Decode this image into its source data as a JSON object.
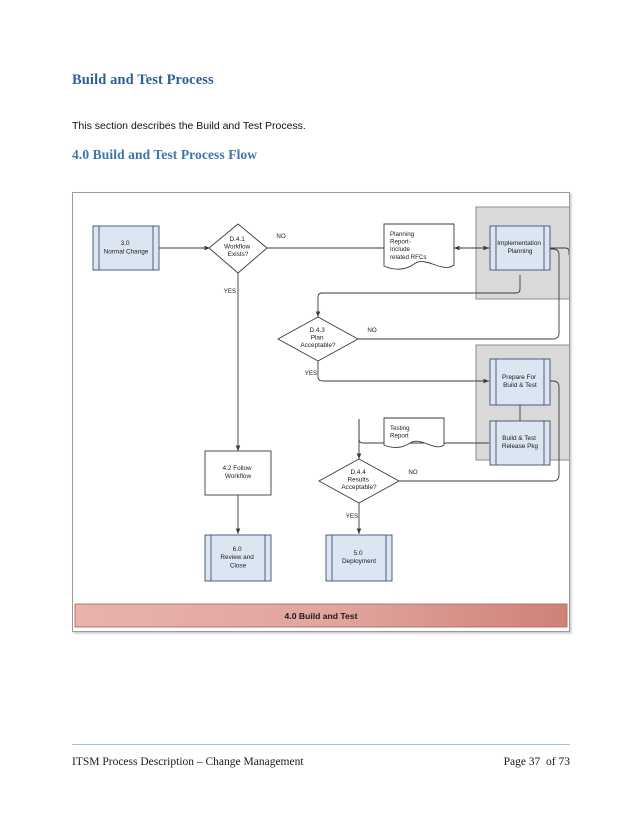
{
  "document": {
    "heading": "Build and Test Process",
    "intro": "This section describes the Build and Test Process.",
    "subheading": "4.0 Build and Test Process Flow",
    "footer_left": "ITSM Process Description – Change Management",
    "footer_right": "Page 37  of 73"
  },
  "colors": {
    "heading": "#2e5e96",
    "subheading": "#3f74ad",
    "process_fill": "#dce6f2",
    "process_stroke": "#40506b",
    "band_fill": "#d9d9d9",
    "band_stroke": "#8c8c8c",
    "connector": "#3b3b3b",
    "banner_left": "#e8b3ad",
    "banner_right": "#cf8178",
    "footer_rule": "#9fc3e0"
  },
  "diagram": {
    "banner": "4.0 Build and Test",
    "nodes": {
      "normal_change": {
        "label": "3.0\nNormal Change",
        "type": "predefined-process"
      },
      "d41": {
        "label": "D.4.1\nWorkflow\nExists?",
        "type": "decision"
      },
      "implementation_planning": {
        "label": "Implementation\nPlanning",
        "type": "predefined-process"
      },
      "planning_report": {
        "label": "Planning\nReport-\nInclude\nrelated RFCs",
        "type": "document"
      },
      "d43": {
        "label": "D.4.3\nPlan\nAcceptable?",
        "type": "decision"
      },
      "prepare_build_test": {
        "label": "Prepare For\nBuild & Test",
        "type": "predefined-process"
      },
      "build_test_release": {
        "label": "Build & Test\nRelease Pkg",
        "type": "predefined-process"
      },
      "testing_report": {
        "label": "Testing\nReport",
        "type": "document"
      },
      "follow_workflow": {
        "label": "4.2 Follow\nWorkflow",
        "type": "process"
      },
      "d44": {
        "label": "D.4.4\nResults\nAcceptable?",
        "type": "decision"
      },
      "review_close": {
        "label": "6.0\nReview and\nClose",
        "type": "predefined-process"
      },
      "deployment": {
        "label": "5.0\nDeployment",
        "type": "predefined-process"
      }
    },
    "edge_labels": {
      "d41_no": "NO",
      "d41_yes": "YES",
      "d43_no": "NO",
      "d43_yes": "YES",
      "d44_no": "NO",
      "d44_yes": "YES"
    }
  }
}
